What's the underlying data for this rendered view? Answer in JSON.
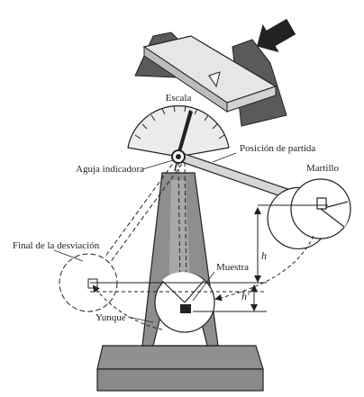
{
  "labels": {
    "scale": "Escala",
    "start_position": "Posición de partida",
    "pointer": "Aguja indicadora",
    "hammer": "Martillo",
    "end_of_swing": "Final de la desviación",
    "specimen": "Muestra",
    "anvil": "Yunque",
    "h": "h",
    "h_prime": "h'"
  }
}
